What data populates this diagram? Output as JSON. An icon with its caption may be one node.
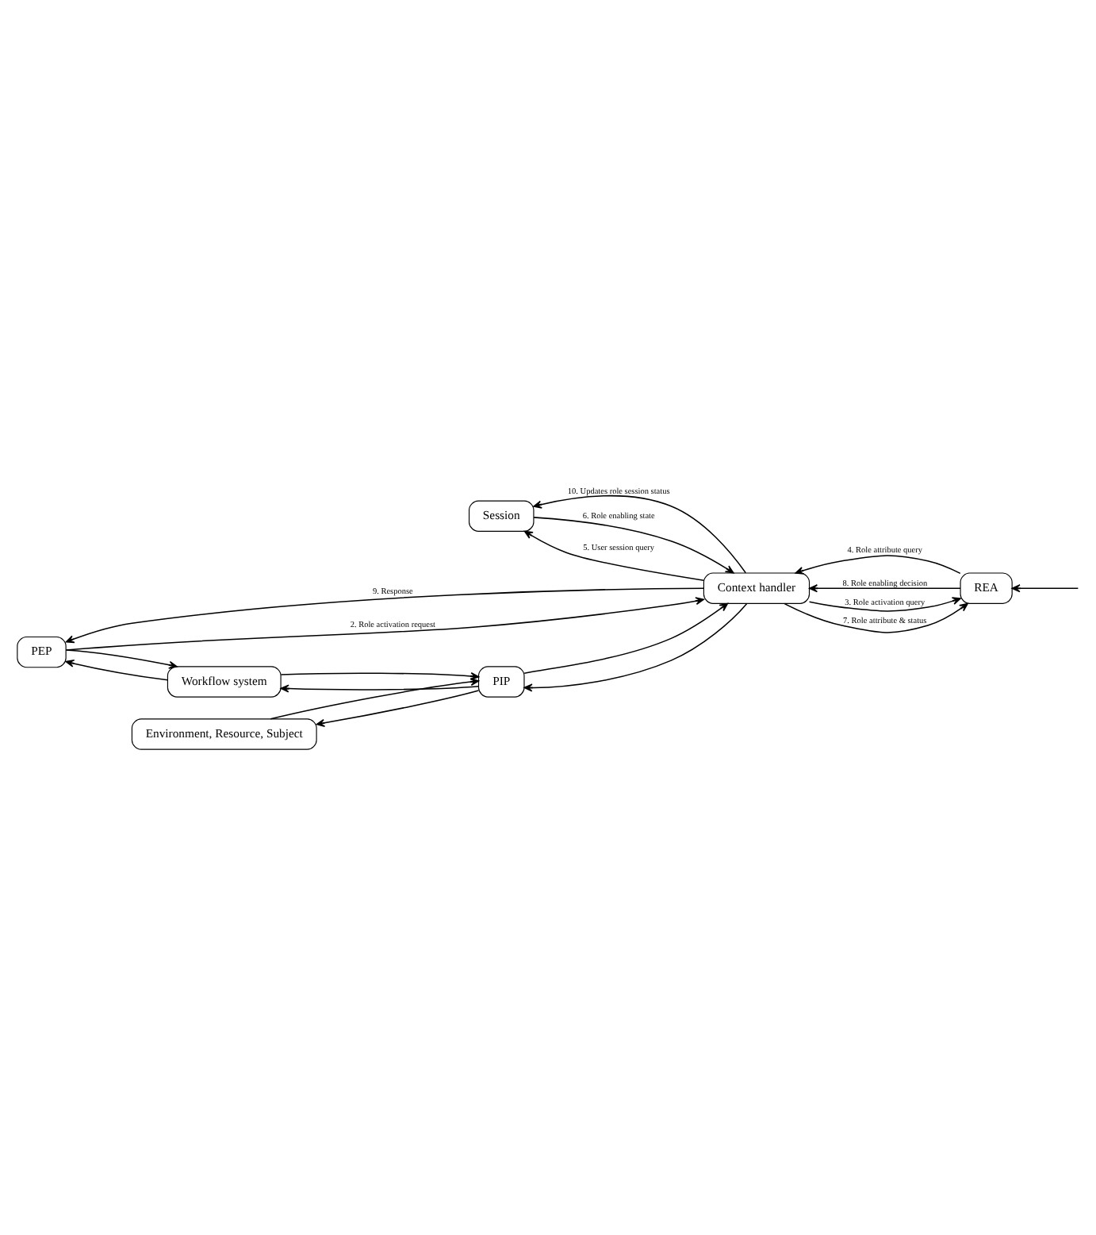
{
  "diagram": {
    "nodes": [
      {
        "text": [
          "REA"
        ]
      },
      {
        "text": [
          "Session"
        ]
      },
      {
        "text": [
          "PEP"
        ]
      },
      {
        "text": [
          "Workflow system"
        ]
      },
      {
        "text": [
          "PIP"
        ]
      },
      {
        "text": [
          "Environment, Resource, Subject"
        ]
      },
      {
        "text": [
          "Context handler"
        ]
      }
    ],
    "edges": [
      {
        "from": null,
        "to": 0,
        "arrow": "to"
      },
      {
        "from": 6,
        "to": 0,
        "arrow": "to",
        "label": "3. Role activation query"
      },
      {
        "from": 0,
        "to": 6,
        "arrow": "to",
        "label": "4. Role attribute query"
      },
      {
        "from": 6,
        "to": 0,
        "arrow": "to",
        "label": "7. Role attribute & status"
      },
      {
        "from": 0,
        "to": 6,
        "arrow": "to",
        "label": "8. Role enabling decision"
      },
      {
        "from": 6,
        "to": 1,
        "arrow": "to",
        "label": "5. User session query"
      },
      {
        "from": 1,
        "to": 6,
        "arrow": "to",
        "label": "6. Role enabling state"
      },
      {
        "from": 6,
        "to": 1,
        "arrow": "to",
        "label": "10. Updates role session status"
      },
      {
        "from": 2,
        "to": 6,
        "arrow": "to",
        "label": "2. Role activation request"
      },
      {
        "from": 6,
        "to": 2,
        "arrow": "to",
        "label": "9. Response"
      },
      {
        "from": 3,
        "to": 2,
        "arrow": "to"
      },
      {
        "from": 2,
        "to": 3,
        "arrow": "to"
      },
      {
        "from": 4,
        "to": 3,
        "arrow": "to"
      },
      {
        "from": 3,
        "to": 4,
        "arrow": "to"
      },
      {
        "from": 6,
        "to": 4,
        "arrow": "to"
      },
      {
        "from": 4,
        "to": 6,
        "arrow": "to"
      },
      {
        "from": 5,
        "to": 4,
        "arrow": "to"
      },
      {
        "from": 4,
        "to": 5,
        "arrow": "to"
      }
    ]
  }
}
